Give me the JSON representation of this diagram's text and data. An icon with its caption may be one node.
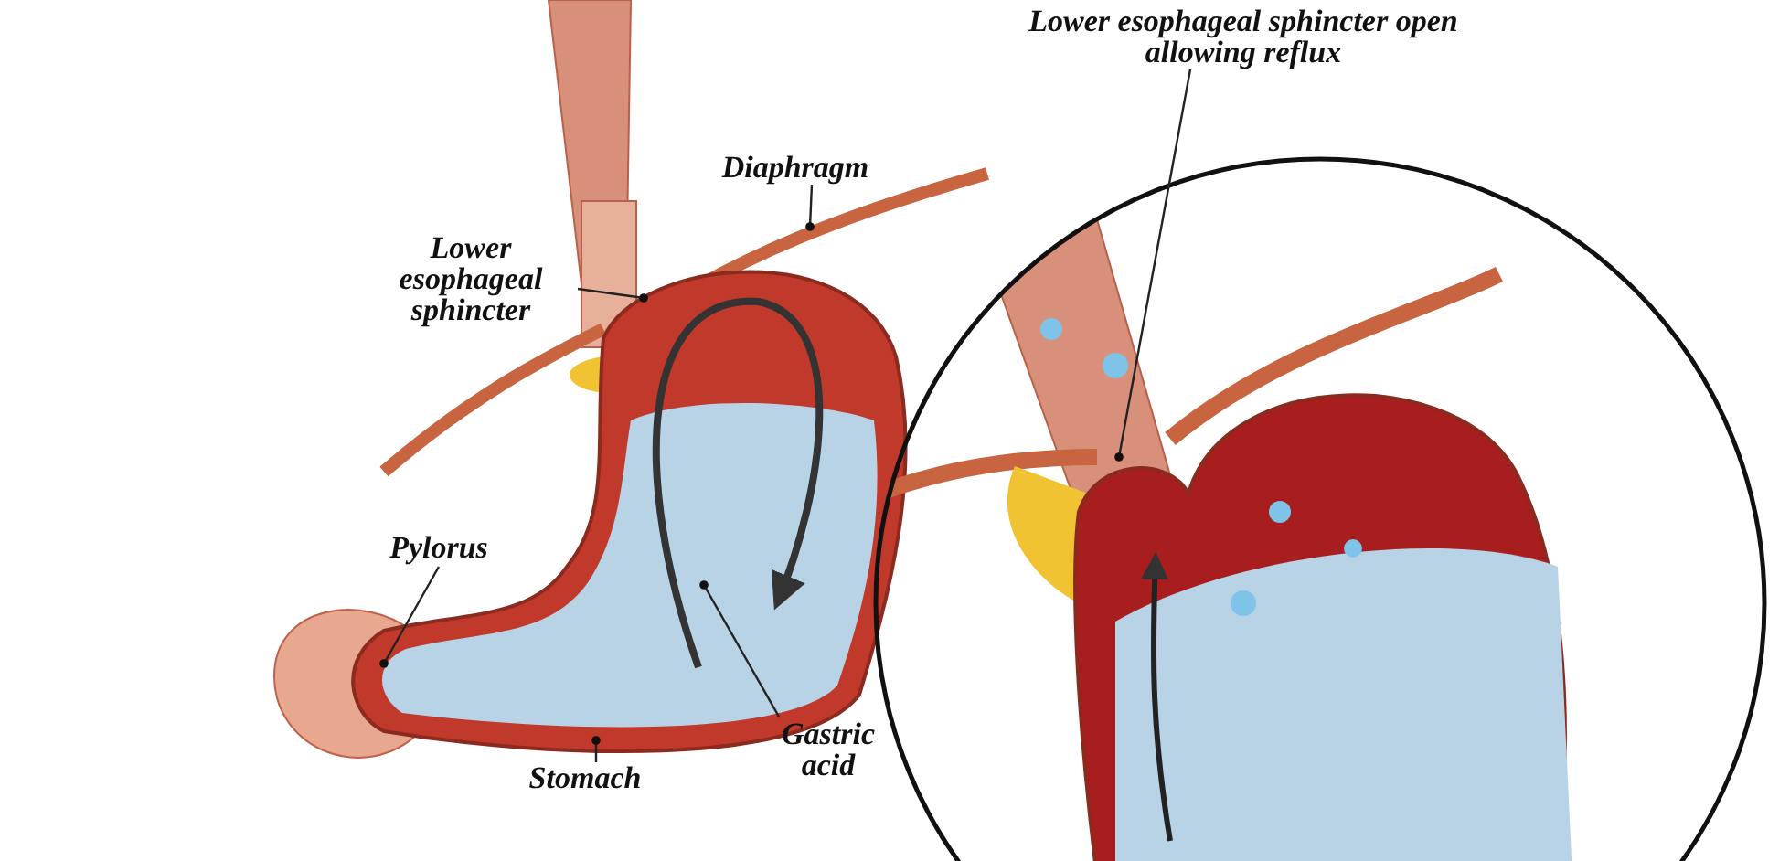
{
  "diagram": {
    "nodes": [
      {
        "text": [
          "Lower esophageal sphincter"
        ]
      },
      {
        "text": [
          "Diaphragm"
        ]
      },
      {
        "text": [
          "Pylorus"
        ]
      },
      {
        "text": [
          "Gastric acid"
        ]
      },
      {
        "text": [
          "Stomach"
        ]
      },
      {
        "text": [
          "Lower esophageal sphincter open allowing reflux"
        ]
      }
    ],
    "edges": [
      {
        "from": 0,
        "to": null,
        "arrow": "other"
      },
      {
        "from": 1,
        "to": null,
        "arrow": "other"
      },
      {
        "from": 2,
        "to": null,
        "arrow": "other"
      },
      {
        "from": 3,
        "to": null,
        "arrow": "other"
      },
      {
        "from": 4,
        "to": null,
        "arrow": "other"
      },
      {
        "from": 5,
        "to": null,
        "arrow": "other"
      }
    ]
  }
}
